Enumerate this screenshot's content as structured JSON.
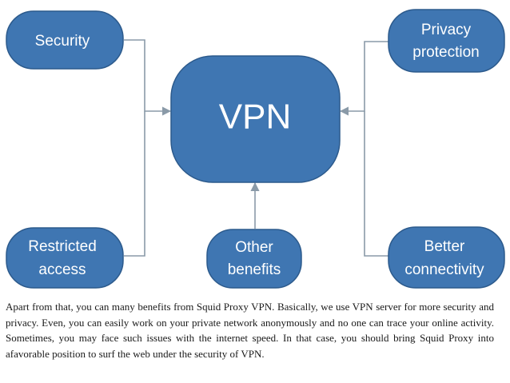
{
  "diagram": {
    "center": "VPN",
    "nodes": {
      "security": [
        "Security"
      ],
      "privacy": [
        "Privacy",
        "protection"
      ],
      "restricted": [
        "Restricted",
        "access"
      ],
      "other": [
        "Other",
        "benefits"
      ],
      "connectivity": [
        "Better",
        "connectivity"
      ]
    },
    "colors": {
      "node_fill": "#3f76b2",
      "node_stroke": "#2c5a8c",
      "connector": "#8a9aa8"
    }
  },
  "paragraph": "Apart from that, you can many benefits from Squid Proxy VPN. Basically, we use VPN server for more security and privacy. Even, you can easily work on your private network anonymously and no one can trace your online activity. Sometimes, you may face such issues with the internet speed. In that case, you should bring Squid Proxy into afavorable position to surf the web under the security of VPN."
}
